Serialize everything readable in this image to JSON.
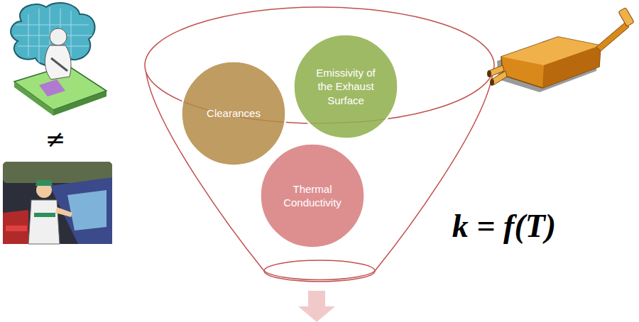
{
  "diagram": {
    "nodes": [
      {
        "text": [
          "Clearances"
        ]
      },
      {
        "text": [
          "Emissivity of the Exhaust Surface"
        ]
      },
      {
        "text": [
          "Thermal Conductivity"
        ]
      }
    ],
    "labels": [
      "≠",
      "k = f(T)"
    ]
  }
}
